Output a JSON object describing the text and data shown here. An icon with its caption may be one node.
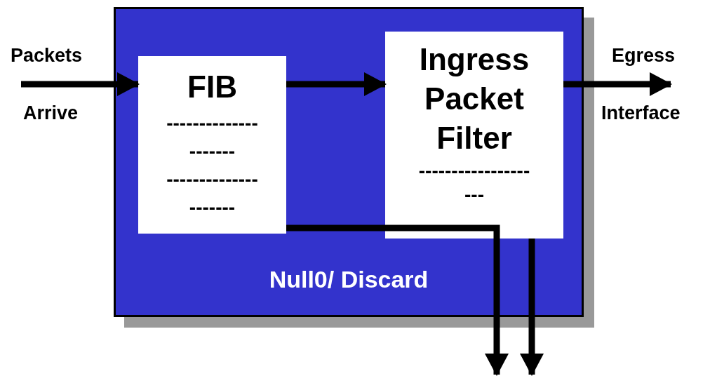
{
  "diagram": {
    "nodes": [
      {
        "text": [
          "Null0/ Discard"
        ]
      },
      {
        "text": [
          "FIB",
          "-------------- -------",
          "-------------- -------"
        ],
        "in": 0
      },
      {
        "text": [
          "Ingress Packet Filter",
          "----------------- ---"
        ],
        "in": 0
      }
    ],
    "edges": [
      {
        "from": null,
        "to": 1,
        "arrow": "to"
      },
      {
        "from": 1,
        "to": 2,
        "arrow": "to"
      },
      {
        "from": 2,
        "to": null,
        "arrow": "to"
      },
      {
        "from": 1,
        "to": null,
        "arrow": "to"
      },
      {
        "from": 2,
        "to": null,
        "arrow": "to"
      }
    ],
    "labels": [
      "Packets",
      "Arrive",
      "Egress",
      "Interface"
    ]
  }
}
